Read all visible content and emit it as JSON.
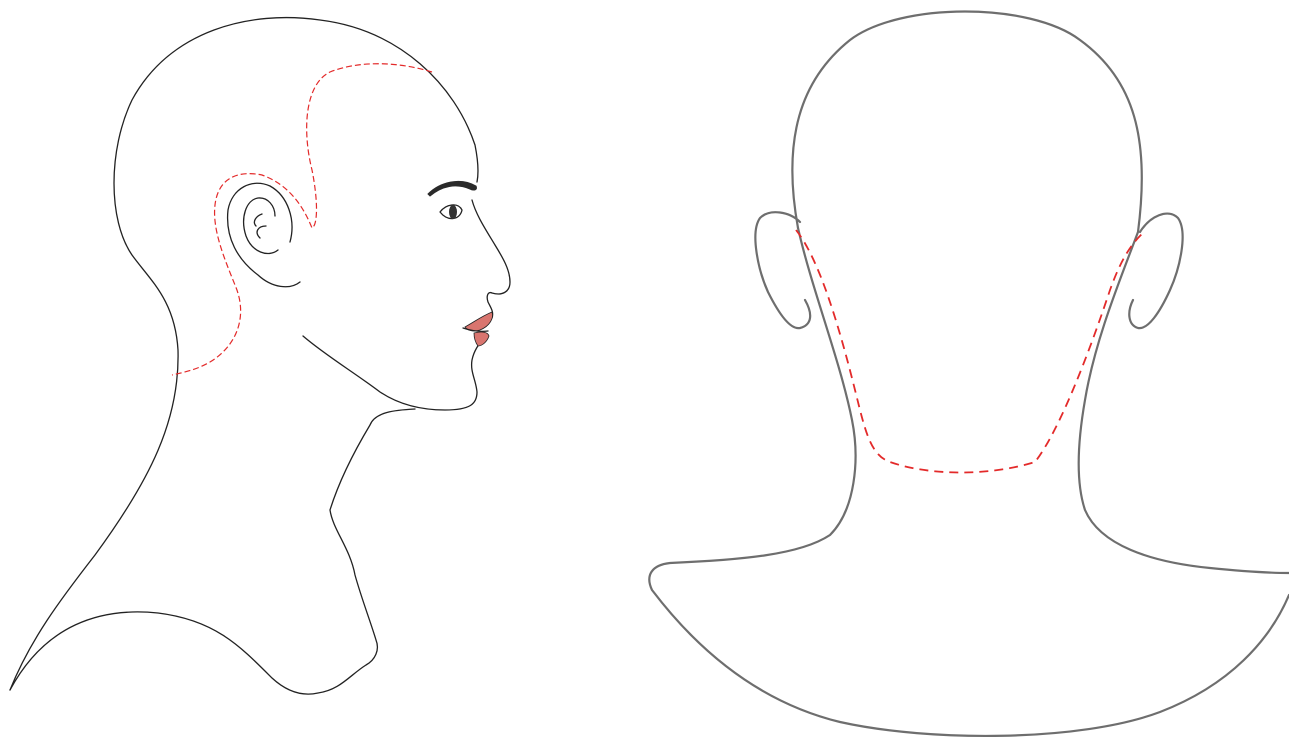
{
  "diagram": {
    "views": [
      {
        "id": "side-profile",
        "kind": "head-profile-left"
      },
      {
        "id": "back-view",
        "kind": "head-back"
      }
    ],
    "colors": {
      "profile_outline": "#222222",
      "back_outline": "#6e6e6e",
      "hairline_guide": "#e32a2a",
      "lips": "#d9756f",
      "eyebrow": "#2a2a2a"
    },
    "line_styles": {
      "outline": "solid",
      "hairline_guide": "dashed"
    }
  }
}
